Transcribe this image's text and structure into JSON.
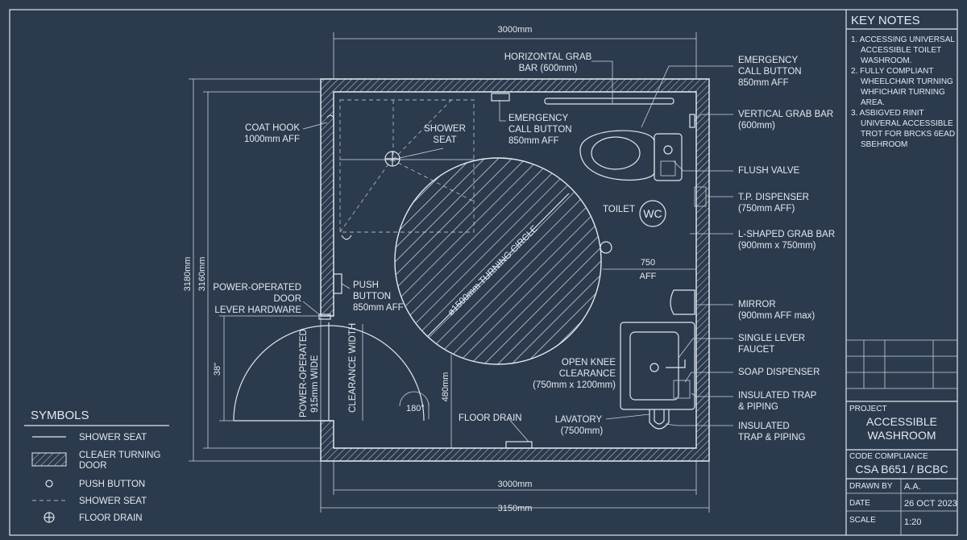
{
  "plan": {
    "dim_top": "3000mm",
    "dim_bottom_inner": "3000mm",
    "dim_bottom_outer": "3150mm",
    "dim_left_outer": "3180mm",
    "dim_left_inner": "3160mm",
    "dim_door_height": "38\"",
    "dim_480": "480mm",
    "dim_angle": "180°",
    "dim_750_a": "750",
    "dim_750_b": "AFF",
    "turning_circle": "ø1500mm TURNING CIRCLE",
    "door_swing": [
      "POWER-OPERATED",
      "915mm WIDE"
    ],
    "clearance_width": "CLEARANCE WIDTH",
    "wc": "WC",
    "toilet": "TOILET"
  },
  "labels": {
    "horizontal_grab_bar": [
      "HORIZONTAL GRAB",
      "BAR (600mm)"
    ],
    "emergency_call_right": [
      "EMERGENCY",
      "CALL BUTTON",
      "850mm AFF"
    ],
    "emergency_call_inner": [
      "EMERGENCY",
      "CALL BUTTON",
      "850mm AFF"
    ],
    "coat_hook": [
      "COAT HOOK",
      "1000mm AFF"
    ],
    "shower_seat": [
      "SHOWER",
      "SEAT"
    ],
    "vertical_grab_bar": [
      "VERTICAL GRAB BAR",
      "(600mm)"
    ],
    "flush_valve": "FLUSH VALVE",
    "tp_dispenser": [
      "T.P. DISPENSER",
      "(750mm AFF)"
    ],
    "l_grab_bar": [
      "L-SHAPED GRAB BAR",
      "(900mm x 750mm)"
    ],
    "power_door": [
      "POWER-OPERATED",
      "DOOR",
      "LEVER HARDWARE"
    ],
    "push_button": [
      "PUSH",
      "BUTTON",
      "850mm AFF"
    ],
    "mirror": [
      "MIRROR",
      "(900mm AFF max)"
    ],
    "single_lever": [
      "SINGLE LEVER",
      "FAUCET"
    ],
    "soap": "SOAP DISPENSER",
    "open_knee": [
      "OPEN KNEE",
      "CLEARANCE",
      "(750mm x 1200mm)"
    ],
    "insulated_trap_1": [
      "INSULATED TRAP",
      "& PIPING"
    ],
    "insulated_trap_2": [
      "INSULATED",
      "TRAP & PIPING"
    ],
    "floor_drain": "FLOOR DRAIN",
    "lavatory": [
      "LAVATORY",
      "(7500mm)"
    ]
  },
  "symbols": {
    "title": "SYMBOLS",
    "items": [
      {
        "label": "SHOWER SEAT",
        "icon": "solid-line-icon"
      },
      {
        "label": "CLEAER TURNING",
        "label2": "DOOR",
        "icon": "hatched-box-icon"
      },
      {
        "label": "PUSH BUTTON",
        "icon": "small-circle-icon"
      },
      {
        "label": "SHOWER SEAT",
        "icon": "dashed-line-icon"
      },
      {
        "label": "FLOOR DRAIN",
        "icon": "crosshair-circle-icon"
      }
    ]
  },
  "key_notes": {
    "title": "KEY NOTES",
    "lines": [
      "1. ACCESSING UNIVERSAL",
      "ACCESSIBLE TOILET",
      "WASHROOM.",
      "2. FULLY COMPLIANT",
      "WHEELCHAIR TURNING",
      "WHFICHAIR TURNING",
      "AREA.",
      "3. ASBIGVED RINIT",
      "UNIVERAL ACCESSIBLE",
      "TROT FOR BRCKS 6EAD",
      "SBEHROOM"
    ]
  },
  "title_block": {
    "project_label": "PROJECT",
    "project_name": [
      "ACCESSIBLE",
      "WASHROOM"
    ],
    "code_label": "CODE COMPLIANCE",
    "code_value": "CSA B651 / BCBC",
    "drawn_by_label": "DRAWN BY",
    "drawn_by_value": "A.A.",
    "date_label": "DATE",
    "date_value": "26 OCT 2023",
    "scale_label": "SCALE",
    "scale_value": "1:20"
  },
  "colors": {
    "background": "#2b3a4d",
    "ink": "#e4e9f0"
  }
}
